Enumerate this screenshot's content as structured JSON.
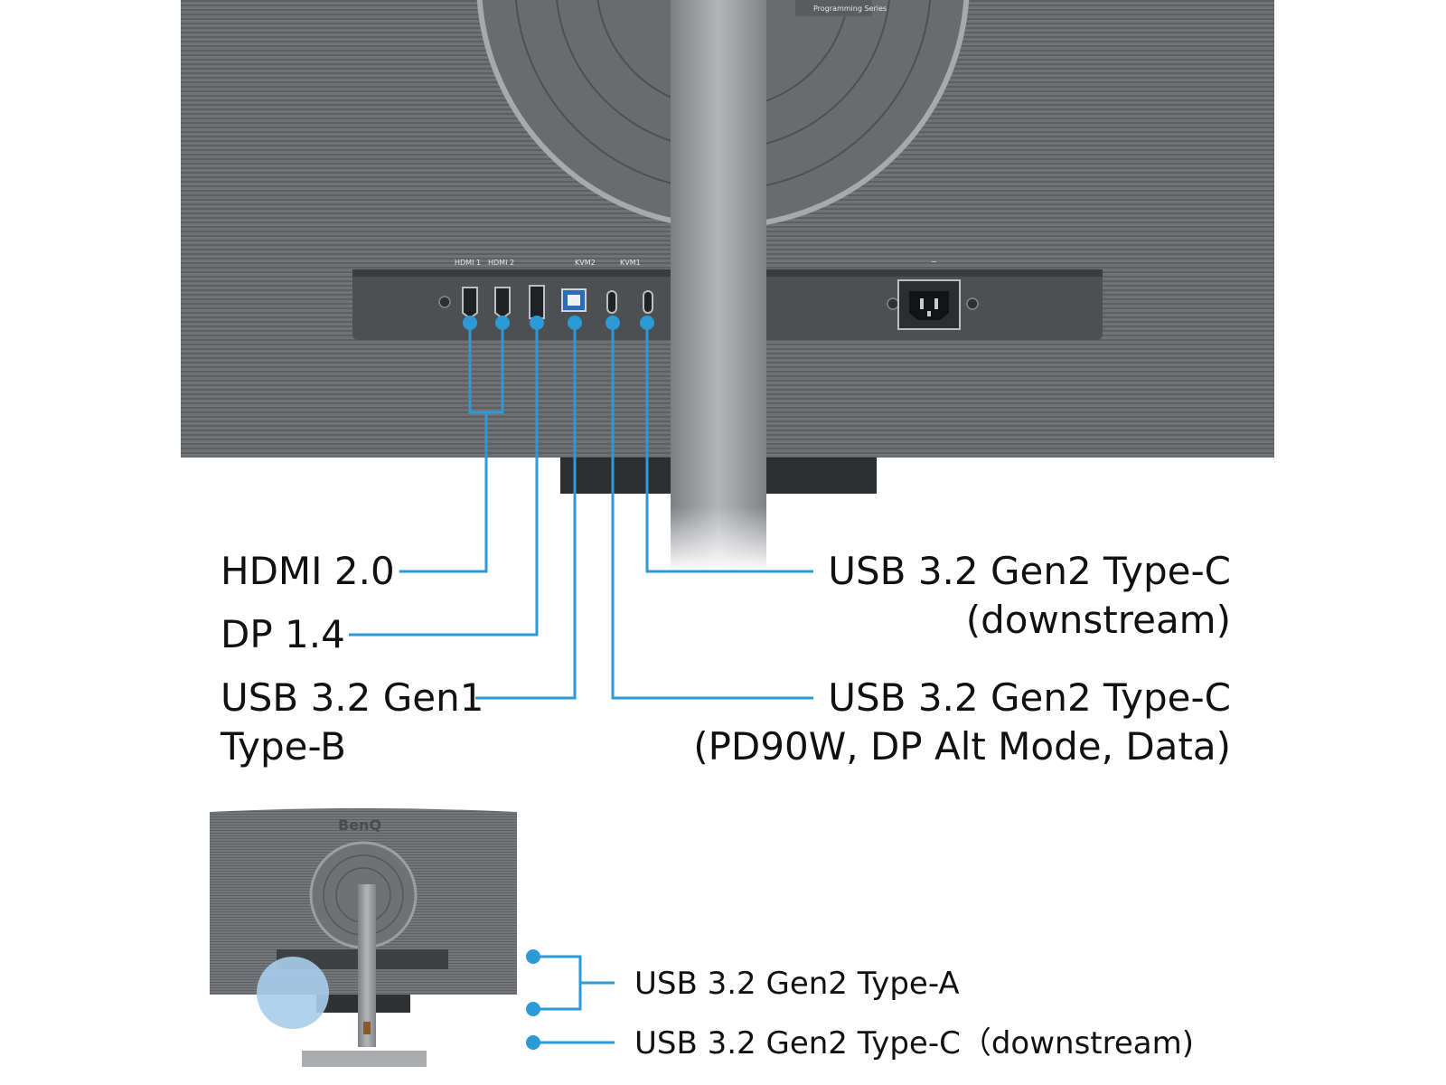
{
  "brand_logo_text": "BenQ",
  "series_badge": "Programming Series",
  "port_icon_labels": {
    "hdmi1": "HDMI 1",
    "hdmi2": "HDMI 2",
    "kvm2": "KVM2",
    "kvm1": "KVM1",
    "power": "~"
  },
  "callouts": {
    "hdmi": "HDMI 2.0",
    "dp": "DP 1.4",
    "usb_b_line1": "USB 3.2 Gen1",
    "usb_b_line2": "Type-B",
    "usbc_down_line1": "USB 3.2 Gen2 Type-C",
    "usbc_down_line2": "(downstream)",
    "usbc_pd_line1": "USB 3.2 Gen2 Type-C",
    "usbc_pd_line2": "(PD90W, DP Alt Mode, Data)",
    "side_usba": "USB 3.2 Gen2 Type-A",
    "side_usbc": "USB 3.2 Gen2 Type-C（downstream)"
  },
  "colors": {
    "accent": "#2b9ad6",
    "monitor_body": "#6d6f73",
    "monitor_dark": "#3d3f43",
    "stand": "#9a9ca0",
    "highlight_circle": "#a9cdeb"
  }
}
